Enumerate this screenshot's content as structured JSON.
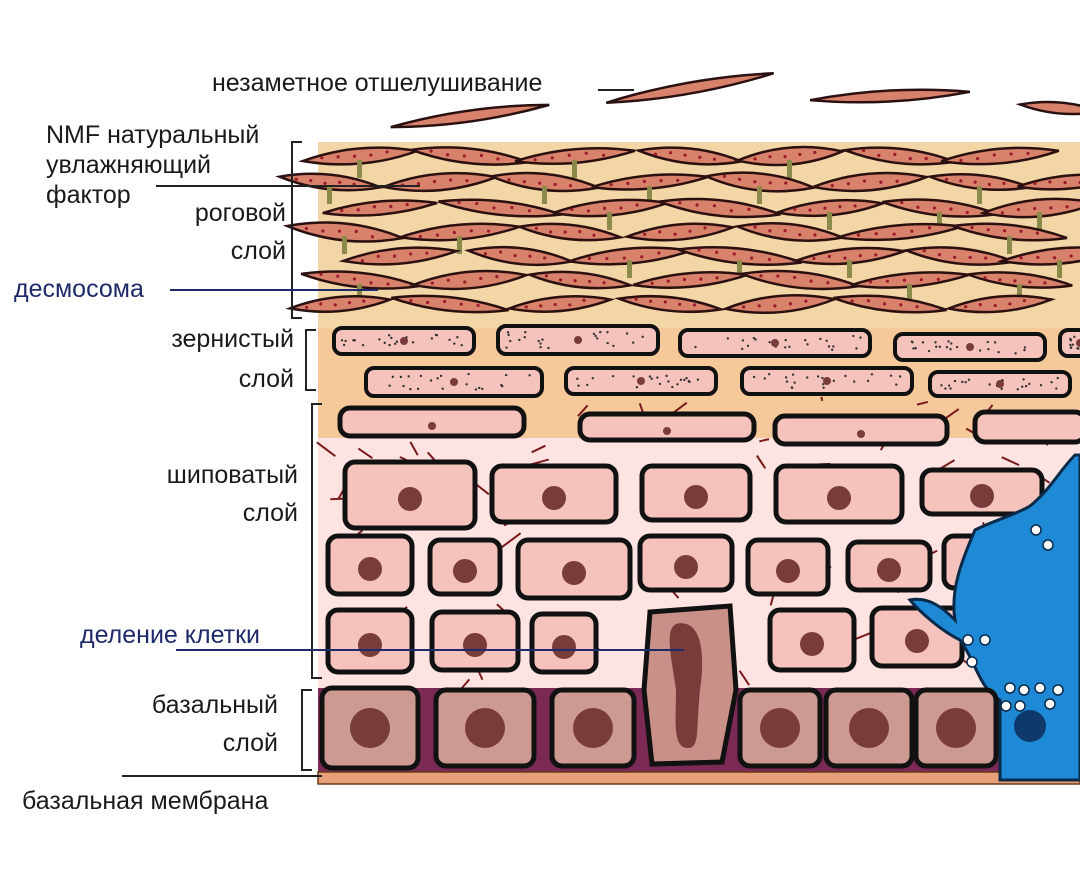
{
  "labels": {
    "shedding": "незаметное отшелушивание",
    "nmf_1": "NMF натуральный",
    "nmf_2": "увлажняющий",
    "nmf_3": "фактор",
    "corneum_1": "роговой",
    "corneum_2": "слой",
    "desmosome": "десмосома",
    "granular_1": "зернистый",
    "granular_2": "слой",
    "spinous_1": "шиповатый",
    "spinous_2": "слой",
    "division": "деление клетки",
    "basal_1": "базальный",
    "basal_2": "слой",
    "membrane": "базальная мембрана"
  },
  "colors": {
    "corneum_bg": "#f3d6a6",
    "granular_bg": "#f6c99a",
    "spinous_bg": "#fde4e2",
    "flake_fill": "#d9826b",
    "cell_fill": "#f6c3bc",
    "basal_cell_fill": "#cd9a92",
    "nucleus": "#7a3b3b",
    "desmosome_thread": "#7a1a1a",
    "basal_layer_bg": "#7a2a55",
    "membrane": "#e6a07a",
    "melanocyte": "#1e8ad6",
    "label_blue": "#1f2a6b"
  }
}
